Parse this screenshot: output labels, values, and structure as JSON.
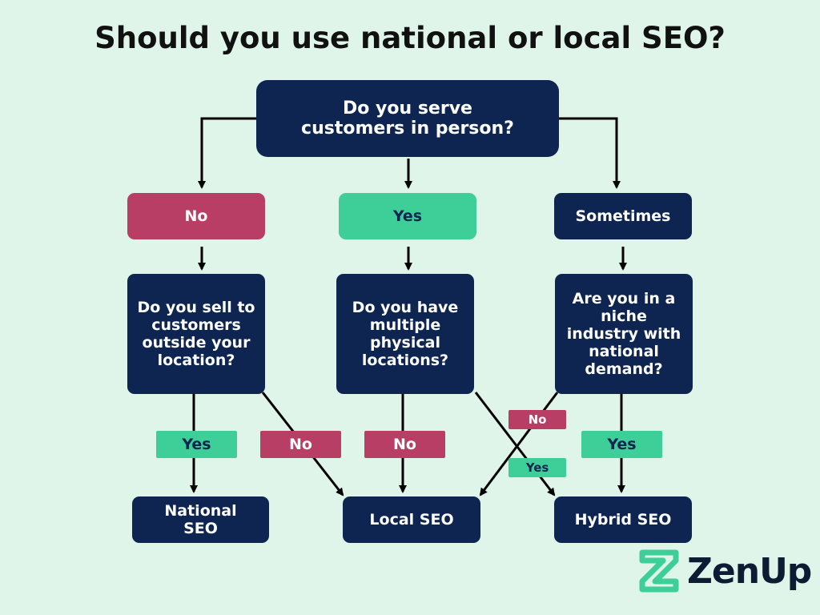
{
  "title": "Should you use national or local SEO?",
  "colors": {
    "navy": "#0d2550",
    "pink": "#b83e65",
    "green": "#3ecf98",
    "background": "#dff5ea"
  },
  "nodes": {
    "root": "Do you serve customers in person?",
    "no": "No",
    "yes": "Yes",
    "sometimes": "Sometimes",
    "q_sell": "Do you sell to customers outside your location?",
    "q_multiple": "Do you have multiple physical locations?",
    "q_niche": "Are you in a niche industry with national demand?",
    "national": "National SEO",
    "local": "Local SEO",
    "hybrid": "Hybrid SEO"
  },
  "edge_labels": {
    "sell_yes": "Yes",
    "sell_no": "No",
    "multiple_no": "No",
    "niche_no": "No",
    "multiple_yes": "Yes",
    "niche_yes": "Yes"
  },
  "logo": {
    "text": "ZenUp",
    "icon": "zenup-logo-icon"
  }
}
